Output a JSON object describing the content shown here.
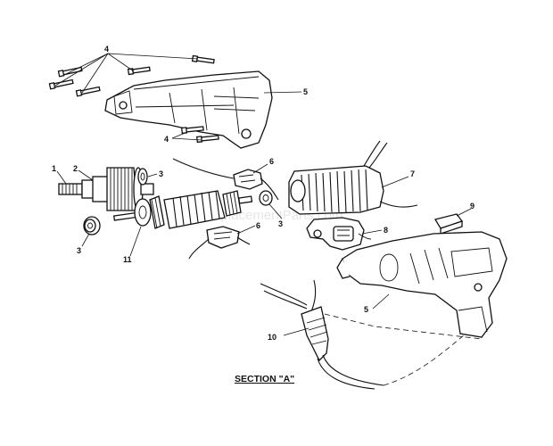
{
  "caption": "SECTION \"A\"",
  "watermark": "eReplacementParts.com",
  "callouts": {
    "c1": "1",
    "c2": "2",
    "c3a": "3",
    "c3b": "3",
    "c3c": "3",
    "c4a": "4",
    "c4b": "4",
    "c5a": "5",
    "c5b": "5",
    "c6a": "6",
    "c6b": "6",
    "c7": "7",
    "c8": "8",
    "c9": "9",
    "c10": "10",
    "c11": "11"
  }
}
